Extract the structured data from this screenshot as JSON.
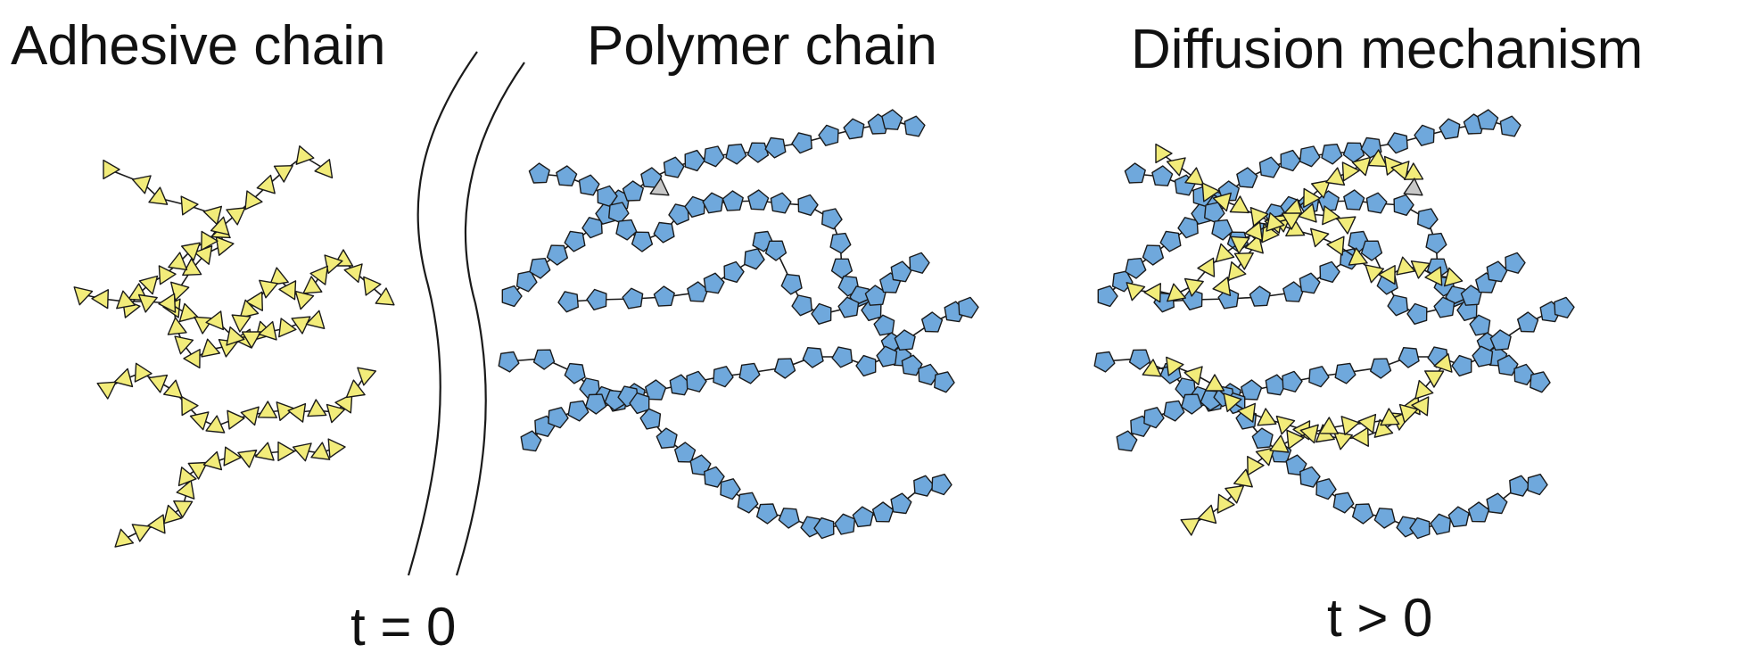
{
  "labels": {
    "adhesive": "Adhesive chain",
    "polymer": "Polymer chain",
    "diffusion": "Diffusion mechanism",
    "t_initial": "t = 0",
    "t_later": "t > 0"
  },
  "colors": {
    "adhesive": "#f2ec7a",
    "polymer": "#6fa8dc",
    "link": "#c8c8c8",
    "stroke": "#1a1a1a"
  },
  "icons": {
    "adhesive_monomer": "triangle-icon",
    "polymer_monomer": "pentagon-icon"
  }
}
